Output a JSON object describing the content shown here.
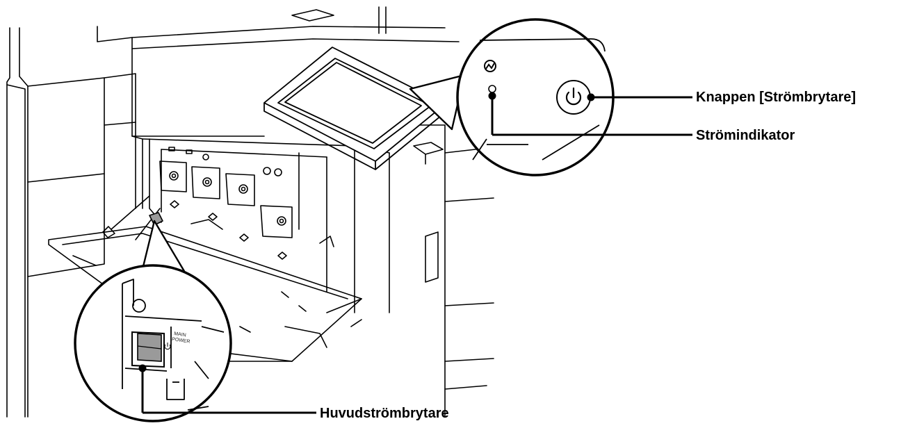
{
  "callouts": {
    "power_button": "Knappen [Strömbrytare]",
    "power_indicator": "Strömindikator",
    "main_power_switch": "Huvudströmbrytare"
  },
  "switch_panel": {
    "line1": "MAIN",
    "line2": "POWER"
  },
  "icons": {
    "power_save": "power-save-icon",
    "power_button": "power-symbol-icon"
  },
  "colors": {
    "line": "#000000",
    "switch_fill": "#9a9a9a",
    "background": "#ffffff"
  }
}
